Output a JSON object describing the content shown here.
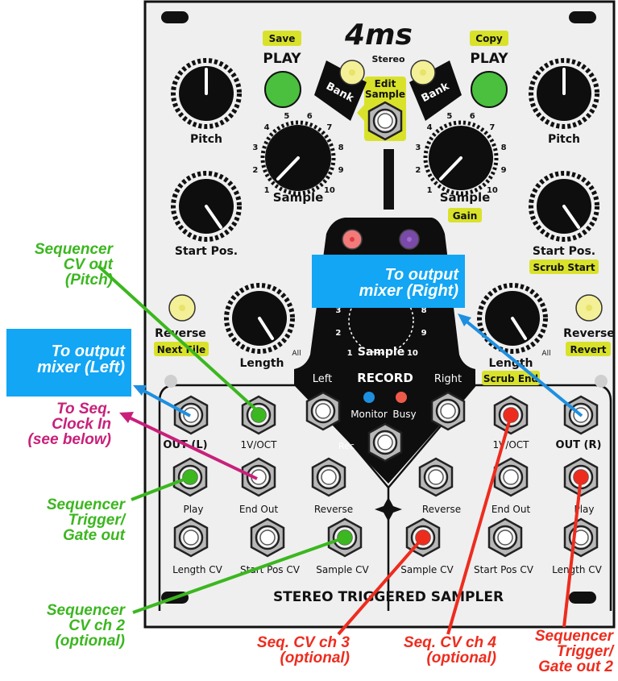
{
  "brand": {
    "logo": "4ms"
  },
  "panel": {
    "footer": "STEREO TRIGGERED SAMPLER",
    "stereo": "Stereo",
    "edit_sample": [
      "Edit",
      "Sample"
    ],
    "record": "RECORD",
    "monitor": "Monitor",
    "busy": "Busy",
    "rec": "Rec",
    "left_in": "Left",
    "right_in": "Right",
    "bank": "Bank",
    "sample_knob_label": "Sample",
    "dial_numbers": [
      "1",
      "2",
      "3",
      "4",
      "5",
      "6",
      "7",
      "8",
      "9",
      "10"
    ],
    "all": "All",
    "left": {
      "save_tag": "Save",
      "play": "PLAY",
      "pitch": "Pitch",
      "sample": "Sample",
      "start_pos": "Start Pos.",
      "reverse": "Reverse",
      "next_file_tag": "Next File",
      "length": "Length",
      "jacks": {
        "out": "OUT (L)",
        "voct": "1V/OCT",
        "play": "Play",
        "end_out": "End Out",
        "reverse": "Reverse",
        "length_cv": "Length CV",
        "start_pos_cv": "Start Pos CV",
        "sample_cv": "Sample CV"
      }
    },
    "right": {
      "copy_tag": "Copy",
      "play": "PLAY",
      "pitch": "Pitch",
      "sample": "Sample",
      "gain_tag": "Gain",
      "start_pos": "Start Pos.",
      "scrub_start_tag": "Scrub Start",
      "reverse": "Reverse",
      "revert_tag": "Revert",
      "length": "Length",
      "scrub_end_tag": "Scrub End",
      "jacks": {
        "out": "OUT (R)",
        "voct": "1V/OCT",
        "play": "Play",
        "end_out": "End Out",
        "reverse": "Reverse",
        "length_cv": "Length CV",
        "start_pos_cv": "Start Pos CV",
        "sample_cv": "Sample CV"
      }
    }
  },
  "annotations": {
    "seq_cv_out_pitch": [
      "Sequencer",
      "CV out",
      "(Pitch)"
    ],
    "to_output_left": [
      "To output",
      "mixer (Left)"
    ],
    "to_output_right": [
      "To output",
      "mixer (Right)"
    ],
    "to_seq_clock": [
      "To Seq.",
      "Clock In",
      "(see below)"
    ],
    "seq_trigger_gate": [
      "Sequencer",
      "Trigger/",
      "Gate out"
    ],
    "seq_cv_ch2": [
      "Sequencer",
      "CV ch 2",
      "(optional)"
    ],
    "seq_cv_ch3": [
      "Seq. CV ch 3",
      "(optional)"
    ],
    "seq_cv_ch4": [
      "Seq. CV ch 4",
      "(optional)"
    ],
    "seq_trigger_gate2": [
      "Sequencer",
      "Trigger/",
      "Gate out 2"
    ]
  },
  "colors": {
    "green": "#3bb71f",
    "red": "#ee2c1e",
    "magenta": "#c8207a",
    "blue": "#12a6f4",
    "tag_yellow": "#d9e22a",
    "play_led": "#4bbf3e",
    "cream_led": "#f4f097",
    "panel": "#efefef"
  }
}
